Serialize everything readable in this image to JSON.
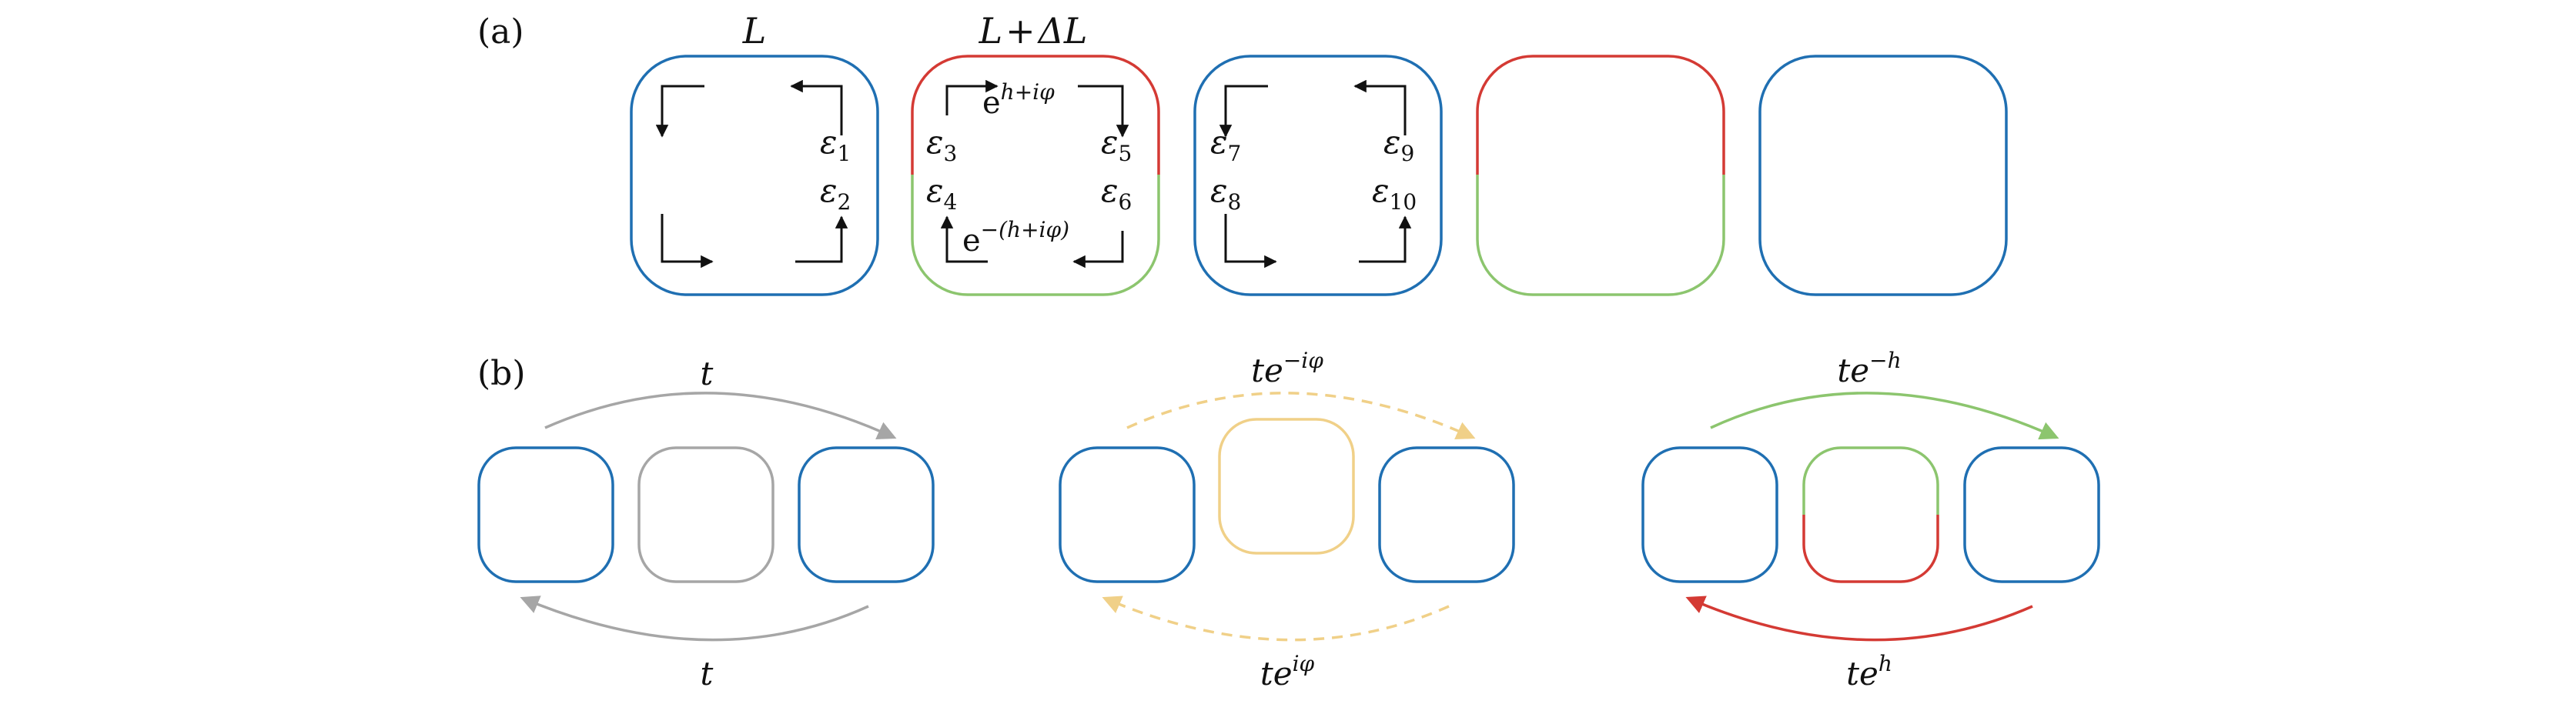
{
  "colors": {
    "blue": "#1f6fb2",
    "red": "#d43a34",
    "green": "#8cc56e",
    "gray": "#a6a6a6",
    "yellow": "#f0d088",
    "black": "#111111"
  },
  "panel_a": {
    "label": "(a)",
    "ring1_label": "L",
    "ring2_label_L": "L",
    "ring2_label_plus": "+",
    "ring2_label_delta": "ΔL",
    "eps_symbol": "ε",
    "eps_subs": [
      "1",
      "2",
      "3",
      "4",
      "5",
      "6",
      "7",
      "8",
      "9",
      "10"
    ],
    "phase_upper_base": "e",
    "phase_upper_exp": "h+iφ",
    "phase_lower_base": "e",
    "phase_lower_exp": "−(h+iφ)",
    "rings": [
      {
        "name": "ring-1",
        "top": "blue",
        "bottom": "blue"
      },
      {
        "name": "ring-2",
        "top": "red",
        "bottom": "green"
      },
      {
        "name": "ring-3",
        "top": "blue",
        "bottom": "blue"
      },
      {
        "name": "ring-4",
        "top": "red",
        "bottom": "green"
      },
      {
        "name": "ring-5",
        "top": "blue",
        "bottom": "blue"
      }
    ]
  },
  "panel_b": {
    "label": "(b)",
    "groups": [
      {
        "name": "group-uniform",
        "coupler": "gray",
        "top_arrow": {
          "color": "gray",
          "style": "solid",
          "base": "t",
          "exp": ""
        },
        "bottom_arrow": {
          "color": "gray",
          "style": "solid",
          "base": "t",
          "exp": ""
        }
      },
      {
        "name": "group-phase",
        "coupler": "yellow",
        "top_arrow": {
          "color": "yellow",
          "style": "dashed",
          "base": "te",
          "exp": "−iφ"
        },
        "bottom_arrow": {
          "color": "yellow",
          "style": "dashed",
          "base": "te",
          "exp": "iφ"
        }
      },
      {
        "name": "group-gain-loss",
        "coupler": "green-red",
        "top_arrow": {
          "color": "green",
          "style": "solid",
          "base": "te",
          "exp": "−h"
        },
        "bottom_arrow": {
          "color": "red",
          "style": "solid",
          "base": "te",
          "exp": "h"
        }
      }
    ]
  }
}
